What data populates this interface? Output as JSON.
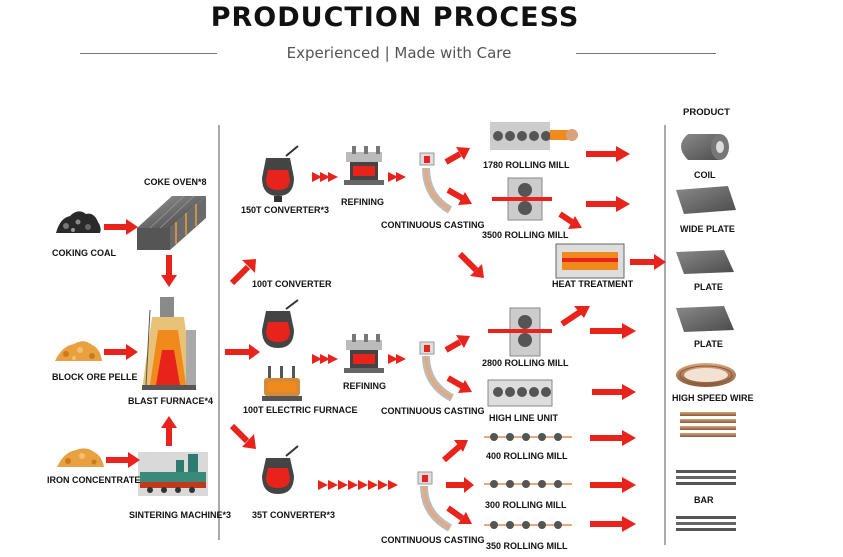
{
  "header": {
    "title": "PRODUCTION PROCESS",
    "subtitle": "Experienced  |  Made with Care"
  },
  "diagram": {
    "inputs": {
      "coking_coal": "COKING COAL",
      "block_ore": "BLOCK ORE PELLE",
      "iron_concentrate": "IRON CONCENTRATE"
    },
    "iron_making": {
      "coke_oven": "COKE OVEN*8",
      "blast_furnace": "BLAST FURNACE*4",
      "sintering": "SINTERING MACHINE*3"
    },
    "steel_making": {
      "converter_150t": "150T CONVERTER*3",
      "converter_100t": "100T CONVERTER",
      "electric_furnace": "100T  ELECTRIC FURNACE",
      "converter_35t": "35T CONVERTER*3"
    },
    "refining": {
      "refining_top": "REFINING",
      "refining_mid": "REFINING"
    },
    "casting": {
      "cc_top": "CONTINUOUS CASTING",
      "cc_mid": "CONTINUOUS CASTING",
      "cc_bottom": "CONTINUOUS CASTING"
    },
    "mills": {
      "mill_1780": "1780 ROLLING MILL",
      "mill_3500": "3500 ROLLING MILL",
      "heat_treatment": "HEAT TREATMENT",
      "mill_2800": "2800 ROLLING MILL",
      "high_line": "HIGH LINE UNIT",
      "mill_400": "400 ROLLING MILL",
      "mill_300": "300 ROLLING MILL",
      "mill_350": "350 ROLLING MILL"
    },
    "products": {
      "header": "PRODUCT",
      "coil": "COIL",
      "wide_plate": "WIDE PLATE",
      "plate_1": "PLATE",
      "plate_2": "PLATE",
      "high_speed_wire": "HIGH SPEED WIRE",
      "bar": "BAR"
    }
  },
  "colors": {
    "arrow_red": "#e8231c",
    "metal_gray": "#555555",
    "molten": "#f08a1c",
    "ore": "#e8a040",
    "coal": "#2a2a2a",
    "divider": "#555555"
  }
}
